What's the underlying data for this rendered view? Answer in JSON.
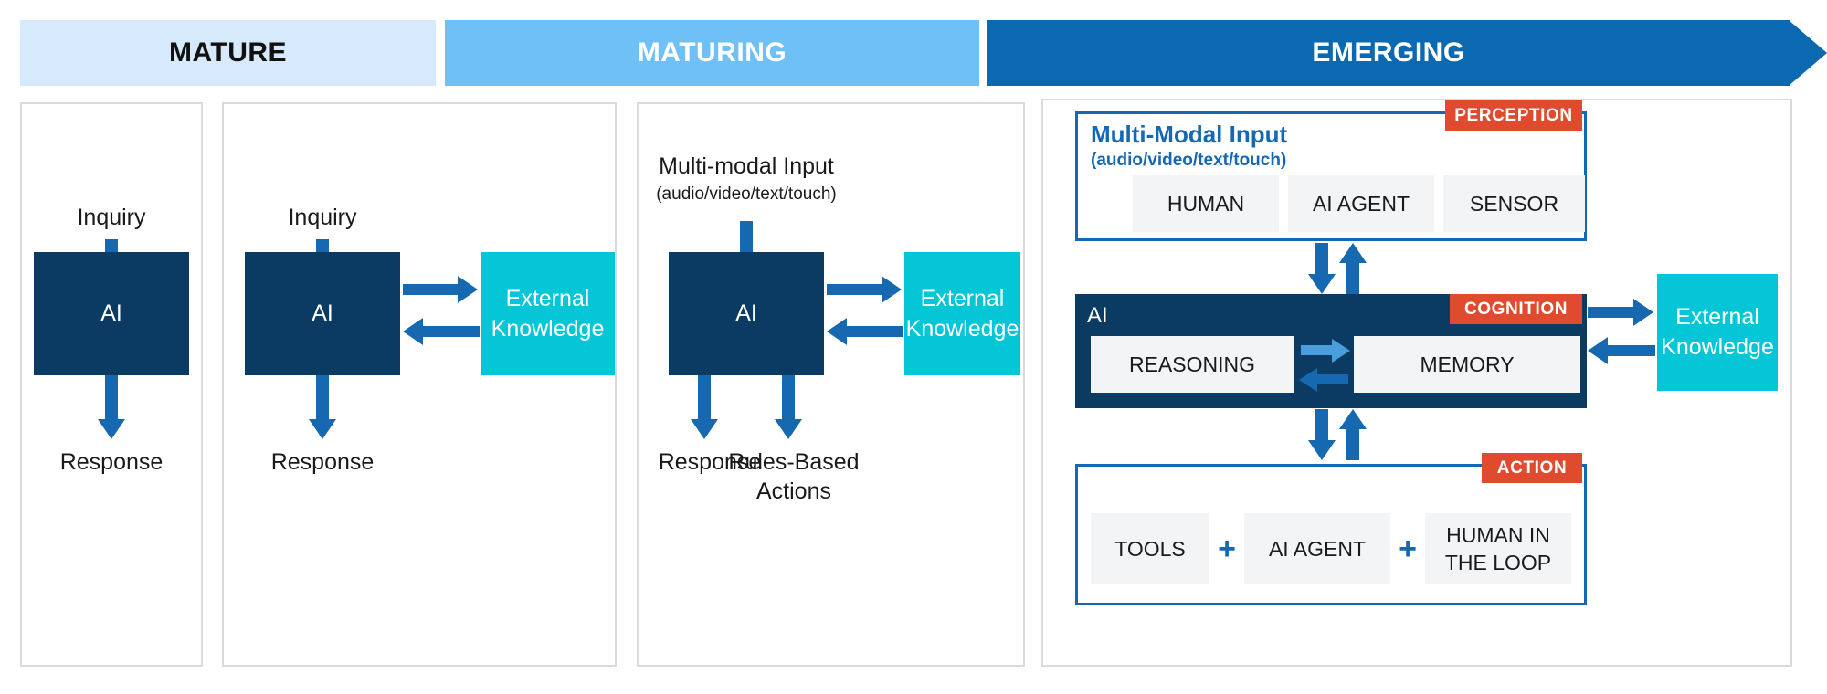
{
  "banner": {
    "stages": [
      {
        "label": "MATURE",
        "color": "#d6eafb",
        "text_color": "#111111"
      },
      {
        "label": "MATURING",
        "color": "#6fc0f7",
        "text_color": "#ffffff"
      },
      {
        "label": "EMERGING",
        "color": "#0b69b1",
        "text_color": "#ffffff"
      }
    ]
  },
  "colors": {
    "ai_box": "#0b3a62",
    "external_knowledge": "#04c6d6",
    "arrow": "#1669b0",
    "badge": "#e04a2f",
    "outline": "#1668b3",
    "chip": "#f3f4f6",
    "panel_border": "#d8dadd"
  },
  "panel1": {
    "inquiry_label": "Inquiry",
    "ai_label": "AI",
    "response_label": "Response"
  },
  "panel2": {
    "inquiry_label": "Inquiry",
    "ai_label": "AI",
    "response_label": "Response",
    "external_knowledge_line1": "External",
    "external_knowledge_line2": "Knowledge"
  },
  "panel3": {
    "input_title": "Multi-modal Input",
    "input_subtitle": "(audio/video/text/touch)",
    "ai_label": "AI",
    "response_label": "Response",
    "rules_label_line1": "Rules-Based",
    "rules_label_line2": "Actions",
    "external_knowledge_line1": "External",
    "external_knowledge_line2": "Knowledge"
  },
  "panel4": {
    "perception": {
      "badge": "PERCEPTION",
      "title": "Multi-Modal Input",
      "subtitle": "(audio/video/text/touch)",
      "chips": [
        "HUMAN",
        "AI AGENT",
        "SENSOR"
      ]
    },
    "cognition": {
      "badge": "COGNITION",
      "ai_tag": "AI",
      "chips": [
        "REASONING",
        "MEMORY"
      ]
    },
    "action": {
      "badge": "ACTION",
      "chips": [
        "TOOLS",
        "AI AGENT",
        "HUMAN IN THE LOOP"
      ],
      "separator": "+"
    },
    "external_knowledge_line1": "External",
    "external_knowledge_line2": "Knowledge"
  }
}
